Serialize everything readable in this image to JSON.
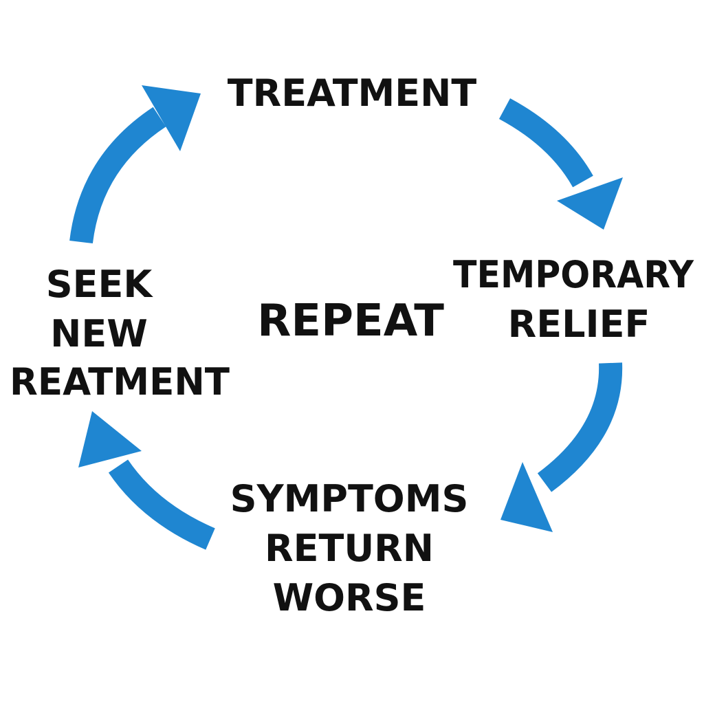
{
  "diagram": {
    "center_label": "REPEAT",
    "arrow_color": "#1f86d1",
    "text_color": "#111111",
    "nodes": [
      {
        "id": "treatment",
        "lines": [
          "TREATMENT"
        ]
      },
      {
        "id": "temporary-relief",
        "lines": [
          "TEMPORARY",
          "RELIEF"
        ]
      },
      {
        "id": "symptoms-return-worse",
        "lines": [
          "SYMPTOMS",
          "RETURN",
          "WORSE"
        ]
      },
      {
        "id": "seek-new-treatment",
        "lines": [
          "SEEK",
          "NEW",
          "REATMENT"
        ]
      }
    ],
    "edges": [
      {
        "from": "treatment",
        "to": "temporary-relief"
      },
      {
        "from": "temporary-relief",
        "to": "symptoms-return-worse"
      },
      {
        "from": "symptoms-return-worse",
        "to": "seek-new-treatment"
      },
      {
        "from": "seek-new-treatment",
        "to": "treatment"
      }
    ]
  }
}
